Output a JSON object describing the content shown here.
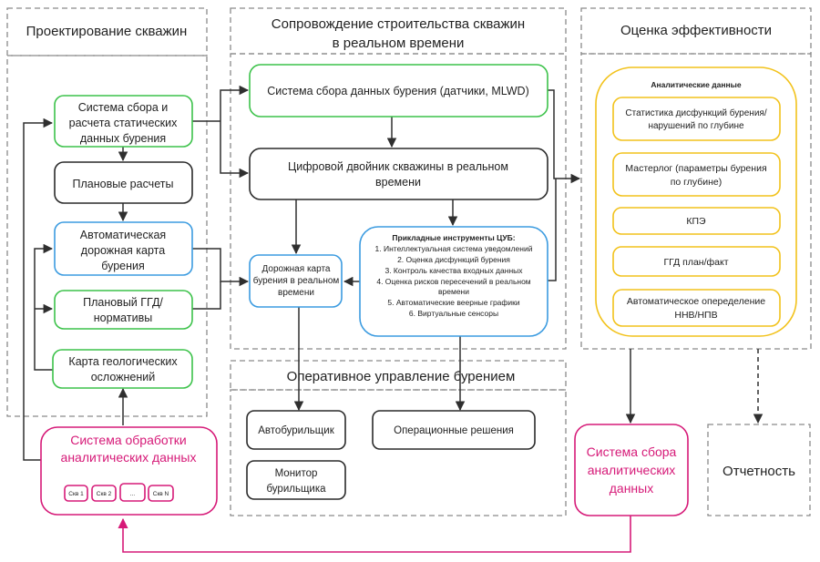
{
  "sections": {
    "design": {
      "title": "Проектирование скважин"
    },
    "support": {
      "title_lines": [
        "Сопровождение строительства скважин",
        "в реальном времени"
      ]
    },
    "operational": {
      "title": "Оперативное управление бурением"
    },
    "efficiency": {
      "title": "Оценка эффективности"
    },
    "reporting": {
      "title": "Отчетность"
    }
  },
  "design_boxes": [
    {
      "id": "static-data",
      "lines": [
        "Система сбора и",
        "расчета статических",
        "данных бурения"
      ],
      "color": "green"
    },
    {
      "id": "planned-calc",
      "lines": [
        "Плановые расчеты"
      ],
      "color": "black"
    },
    {
      "id": "auto-roadmap",
      "lines": [
        "Автоматическая",
        "дорожная карта",
        "бурения"
      ],
      "color": "blue"
    },
    {
      "id": "planned-ggd",
      "lines": [
        "Плановый ГГД/",
        "нормативы"
      ],
      "color": "green"
    },
    {
      "id": "geo-map",
      "lines": [
        "Карта геологических",
        "осложнений"
      ],
      "color": "green"
    }
  ],
  "analytics_processing": {
    "lines": [
      "Система обработки",
      "аналитических данных"
    ],
    "chips": [
      "Скв 1",
      "Скв 2",
      "...",
      "Скв N"
    ]
  },
  "support_boxes": {
    "sensors": "Система сбора данных бурения (датчики, MLWD)",
    "twin": [
      "Цифровой двойник скважины в реальном",
      "времени"
    ],
    "rt_roadmap": [
      "Дорожная карта",
      "бурения в реальном",
      "времени"
    ],
    "tools": {
      "title": "Прикладные инструменты ЦУБ:",
      "items": [
        "1. Интеллектуальная система уведомлений",
        "2. Оценка дисфункций бурения",
        "3. Контроль качества входных данных",
        "4. Оценка рисков пересечений в реальном",
        "времени",
        "5. Автоматические веерные графики",
        "6. Виртуальные сенсоры"
      ]
    }
  },
  "operational_boxes": {
    "autodriller": "Автобурильщик",
    "decisions": "Операционные решения",
    "monitor": [
      "Монитор",
      "бурильщика"
    ]
  },
  "analytics": {
    "title": "Аналитические данные",
    "items": [
      [
        "Статистика дисфункций бурения/",
        "нарушений по глубине"
      ],
      [
        "Мастерлог (параметры бурения",
        "по глубине)"
      ],
      [
        "КПЭ"
      ],
      [
        "ГГД план/факт"
      ],
      [
        "Автоматическое опеределение",
        "ННВ/НПВ"
      ]
    ]
  },
  "analytics_collection": {
    "lines": [
      "Система сбора",
      "аналитических",
      "данных"
    ]
  },
  "colors": {
    "green": "#3cc24a",
    "blue": "#3b9be0",
    "yellow": "#f2c21b",
    "pink": "#d61a78",
    "black": "#2a2a2a",
    "dashed": "#8a8a8a"
  }
}
